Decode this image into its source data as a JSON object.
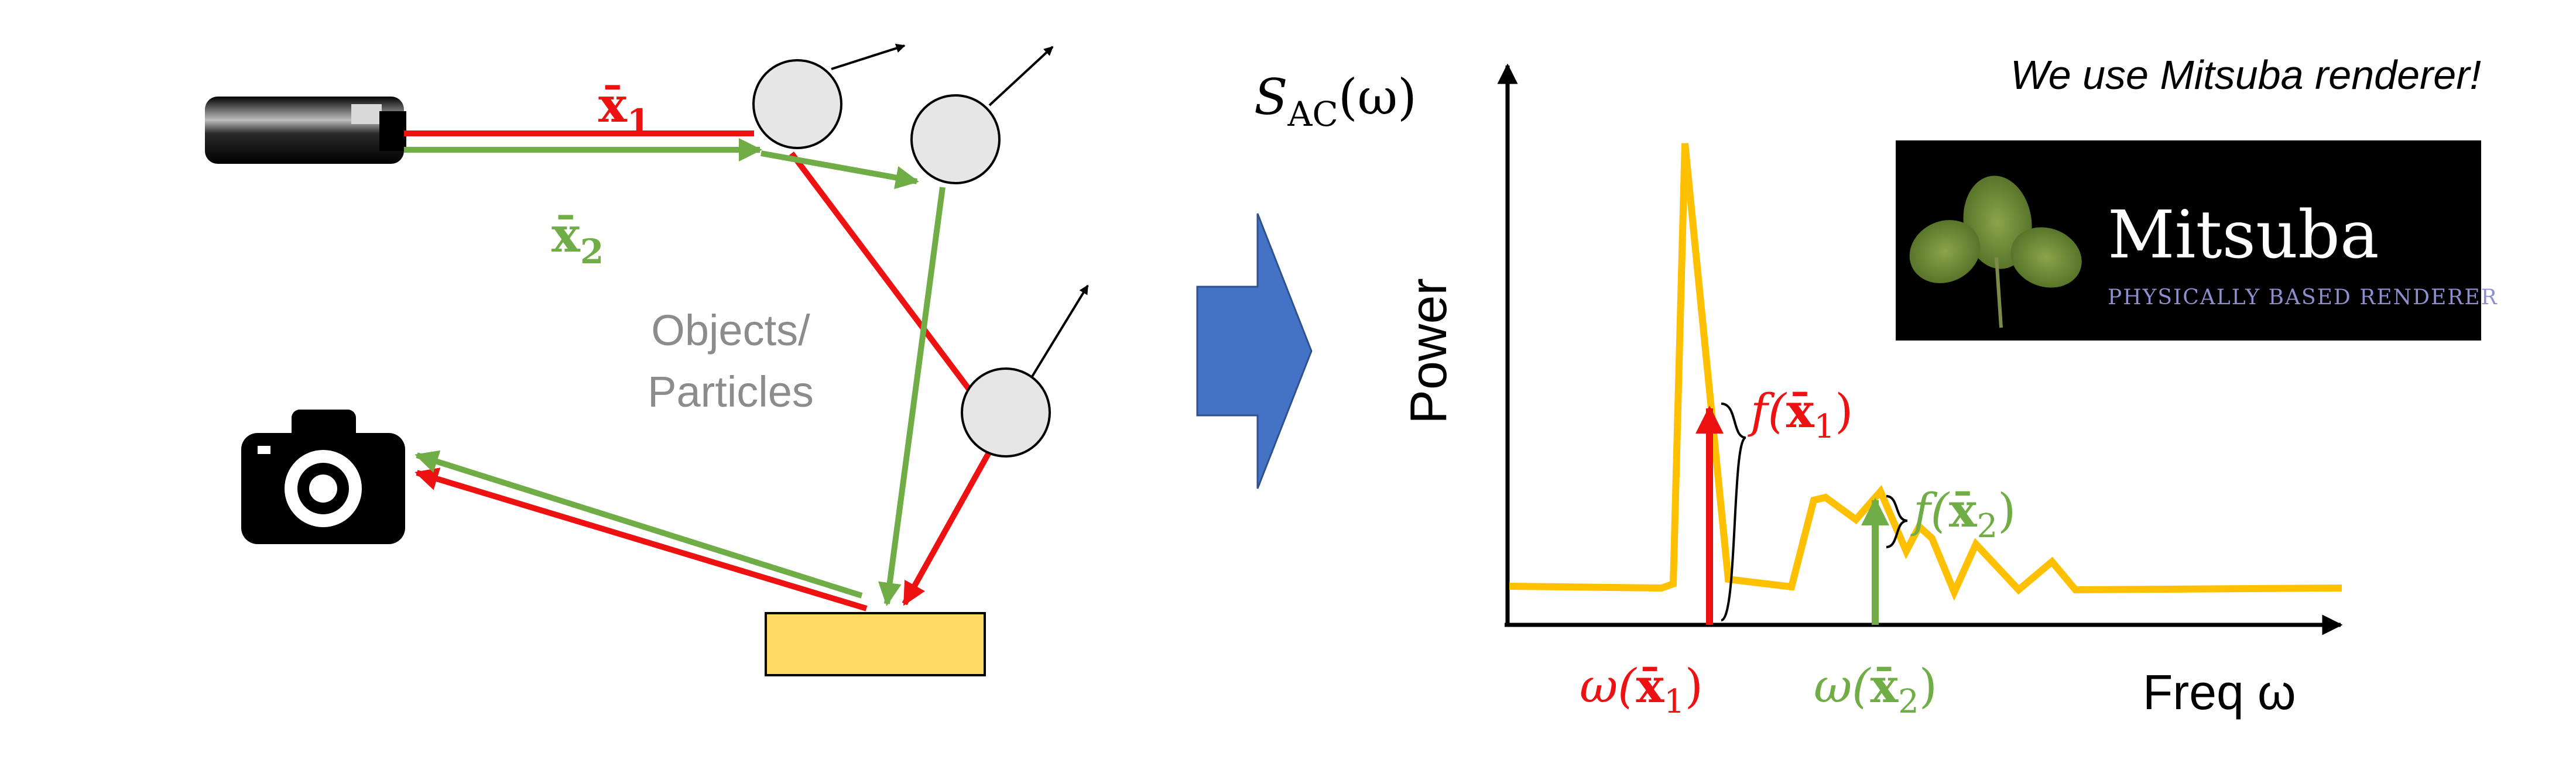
{
  "left_diagram": {
    "path1_label": {
      "base": "x̄",
      "sub": "1"
    },
    "path2_label": {
      "base": "x̄",
      "sub": "2"
    },
    "objects_label_line1": "Objects/",
    "objects_label_line2": "Particles"
  },
  "spectrum_plot": {
    "ylabel_symbol": "S",
    "ylabel_sub": "AC",
    "ylabel_arg": "(ω)",
    "ylabel": "Power",
    "xlabel": "Freq ω",
    "f1_label": {
      "pre": "f(",
      "base": "x̄",
      "sub": "1",
      "post": ")"
    },
    "f2_label": {
      "pre": "f(",
      "base": "x̄",
      "sub": "2",
      "post": ")"
    },
    "w1_label": {
      "pre": "ω(",
      "base": "x̄",
      "sub": "1",
      "post": ")"
    },
    "w2_label": {
      "pre": "ω(",
      "base": "x̄",
      "sub": "2",
      "post": ")"
    }
  },
  "mitsuba": {
    "tagline": "We use Mitsuba renderer!",
    "logo_title": "Mitsuba",
    "logo_subtitle": "PHYSICALLY BASED RENDERER"
  },
  "colors": {
    "red": "#ee1111",
    "green": "#70ad47",
    "yellow": "#ffc000",
    "blue_arrow": "#4472c4",
    "gray_text": "#8c8c8c",
    "particle_fill": "#e6e6e6",
    "surface_fill": "#ffd966"
  }
}
